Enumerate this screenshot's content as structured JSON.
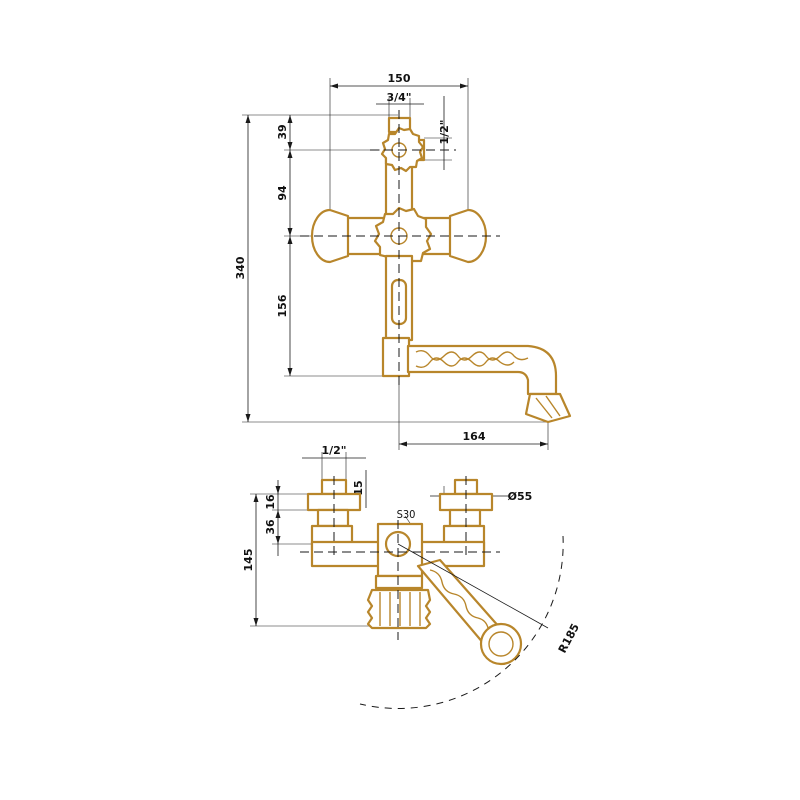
{
  "colors": {
    "part": "#b8862b",
    "line": "#1a1a1a"
  },
  "front_view": {
    "width_overall": "150",
    "inlet_top": "3/4\"",
    "side_outlet": "1/2\"",
    "height_overall": "340",
    "seg_top": "39",
    "seg_mid": "94",
    "seg_low": "156",
    "spout_reach": "164"
  },
  "top_view": {
    "inlet": "1/2\"",
    "thread_len": "15",
    "seg_a": "16",
    "seg_b": "36",
    "height_total": "145",
    "diameter": "Ø55",
    "wrench": "S30",
    "radius": "R185"
  }
}
